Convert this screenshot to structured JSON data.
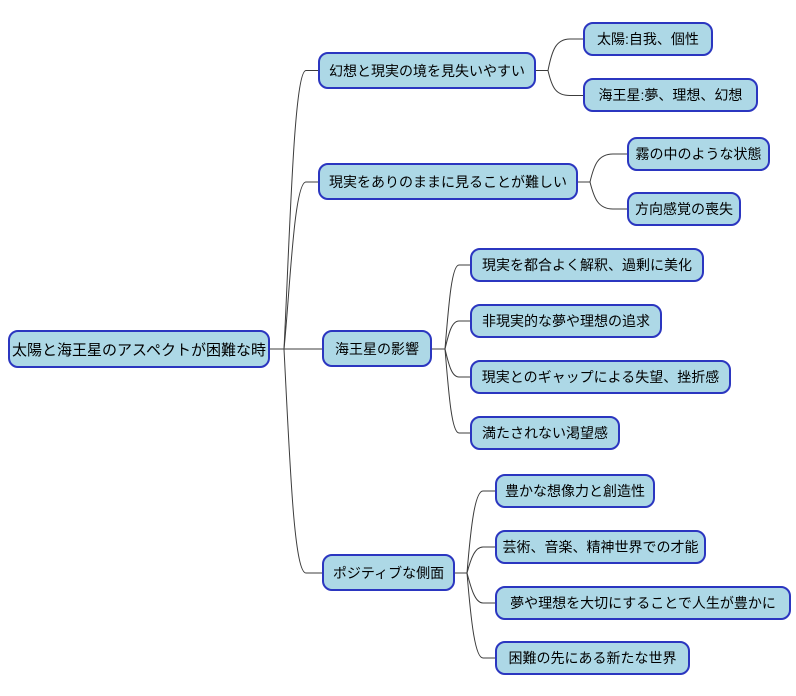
{
  "mindmap": {
    "root": {
      "label": "太陽と海王星のアスペクトが困難な時"
    },
    "branches": [
      {
        "label": "幻想と現実の境を見失いやすい",
        "children": [
          "太陽:自我、個性",
          "海王星:夢、理想、幻想"
        ]
      },
      {
        "label": "現実をありのままに見ることが難しい",
        "children": [
          "霧の中のような状態",
          "方向感覚の喪失"
        ]
      },
      {
        "label": "海王星の影響",
        "children": [
          "現実を都合よく解釈、過剰に美化",
          "非現実的な夢や理想の追求",
          "現実とのギャップによる失望、挫折感",
          "満たされない渇望感"
        ]
      },
      {
        "label": "ポジティブな側面",
        "children": [
          "豊かな想像力と創造性",
          "芸術、音楽、精神世界での才能",
          "夢や理想を大切にすることで人生が豊かに",
          "困難の先にある新たな世界"
        ]
      }
    ]
  },
  "colors": {
    "node_fill": "#add8e6",
    "node_border": "#2b36c0",
    "edge": "#3c3c3c",
    "text": "#000000",
    "background": "#ffffff"
  }
}
